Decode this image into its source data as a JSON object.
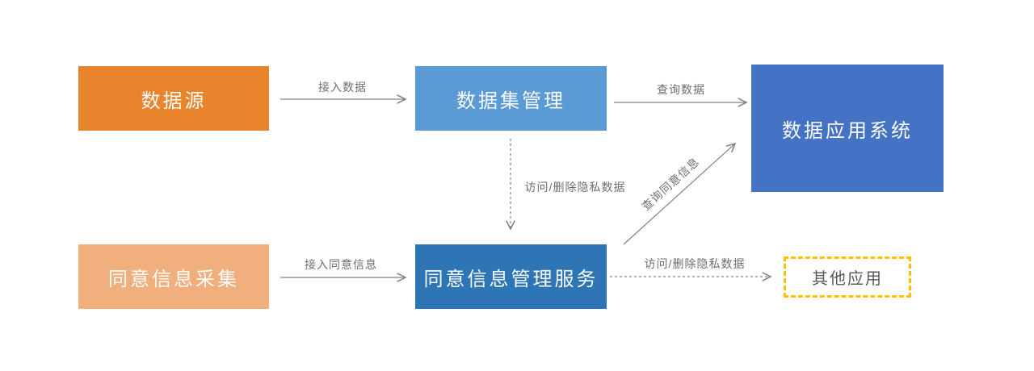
{
  "diagram": {
    "nodes": {
      "data_source": {
        "label": "数据源",
        "bg": "#E8842C"
      },
      "dataset_management": {
        "label": "数据集管理",
        "bg": "#5B9BD5"
      },
      "data_application_system": {
        "label": "数据应用系统",
        "bg": "#4472C4"
      },
      "consent_collection": {
        "label": "同意信息采集",
        "bg": "#F1AF7E"
      },
      "consent_management_service": {
        "label": "同意信息管理服务",
        "bg": "#2E75B6"
      },
      "other_applications": {
        "label": "其他应用",
        "border": "#FFC000",
        "text": "#595959"
      }
    },
    "edges": {
      "access_data": {
        "label": "接入数据",
        "style": "solid"
      },
      "query_data": {
        "label": "查询数据",
        "style": "solid"
      },
      "access_delete_private_data": {
        "label": "访问/删除隐私数据",
        "style": "dashed"
      },
      "access_consent_info": {
        "label": "接入同意信息",
        "style": "solid"
      },
      "query_consent_info": {
        "label": "查询同意信息",
        "style": "solid"
      },
      "access_delete_private_data2": {
        "label": "访问/删除隐私数据",
        "style": "dashed"
      }
    },
    "colors": {
      "arrow": "#848484",
      "edge_label_text": "#6E6E6E",
      "node_text": "#FBFBFB",
      "background": "#FFFFFF"
    }
  }
}
